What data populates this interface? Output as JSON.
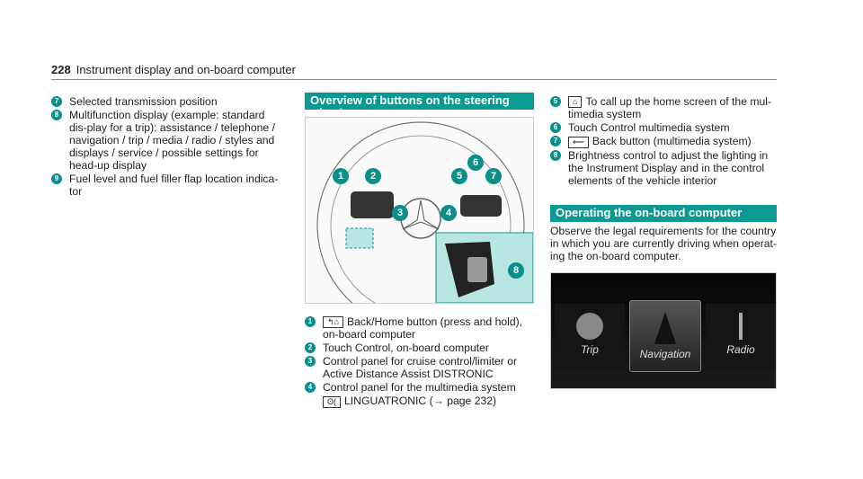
{
  "header": {
    "page": "228",
    "title": "Instrument display and on-board computer"
  },
  "left": [
    {
      "n": "7",
      "text": "Selected transmission position"
    },
    {
      "n": "8",
      "text": "Multifunction display (example: standard dis-play for a trip): assistance / telephone / navigation / trip / media / radio / styles and displays / service / possible settings for head-up display"
    },
    {
      "n": "9",
      "text": "Fuel level and fuel filler flap location indica-tor"
    }
  ],
  "middle": {
    "title": "Overview of buttons on the steering wheel",
    "callouts": [
      "1",
      "2",
      "3",
      "4",
      "5",
      "6",
      "7",
      "8"
    ],
    "items": [
      {
        "n": "1",
        "sym": "↰⌂",
        "text": "Back/Home button (press and hold), on-board computer"
      },
      {
        "n": "2",
        "text": "Touch Control, on-board computer"
      },
      {
        "n": "3",
        "text": "Control panel for cruise control/limiter or Active Distance Assist DISTRONIC"
      },
      {
        "n": "4",
        "text": "Control panel for the multimedia system"
      }
    ],
    "lingua": {
      "sym": "ʘ(",
      "text": "LINGUATRONIC (→ page 232)"
    }
  },
  "right": {
    "items": [
      {
        "n": "5",
        "sym": "⌂",
        "text": "To call up the home screen of the mul-timedia system"
      },
      {
        "n": "6",
        "text": "Touch Control multimedia system"
      },
      {
        "n": "7",
        "sym": "⟵",
        "text": "Back button (multimedia system)"
      },
      {
        "n": "8",
        "text": "Brightness control to adjust the lighting in the Instrument Display and in the control elements of the vehicle interior"
      }
    ],
    "section_title": "Operating the on-board computer",
    "paragraph": "Observe the legal requirements for the country in which you are currently driving when operat-ing the on-board computer.",
    "screen": [
      "Trip",
      "Navigation",
      "Radio"
    ]
  },
  "colors": {
    "accent": "#0a9a92"
  }
}
